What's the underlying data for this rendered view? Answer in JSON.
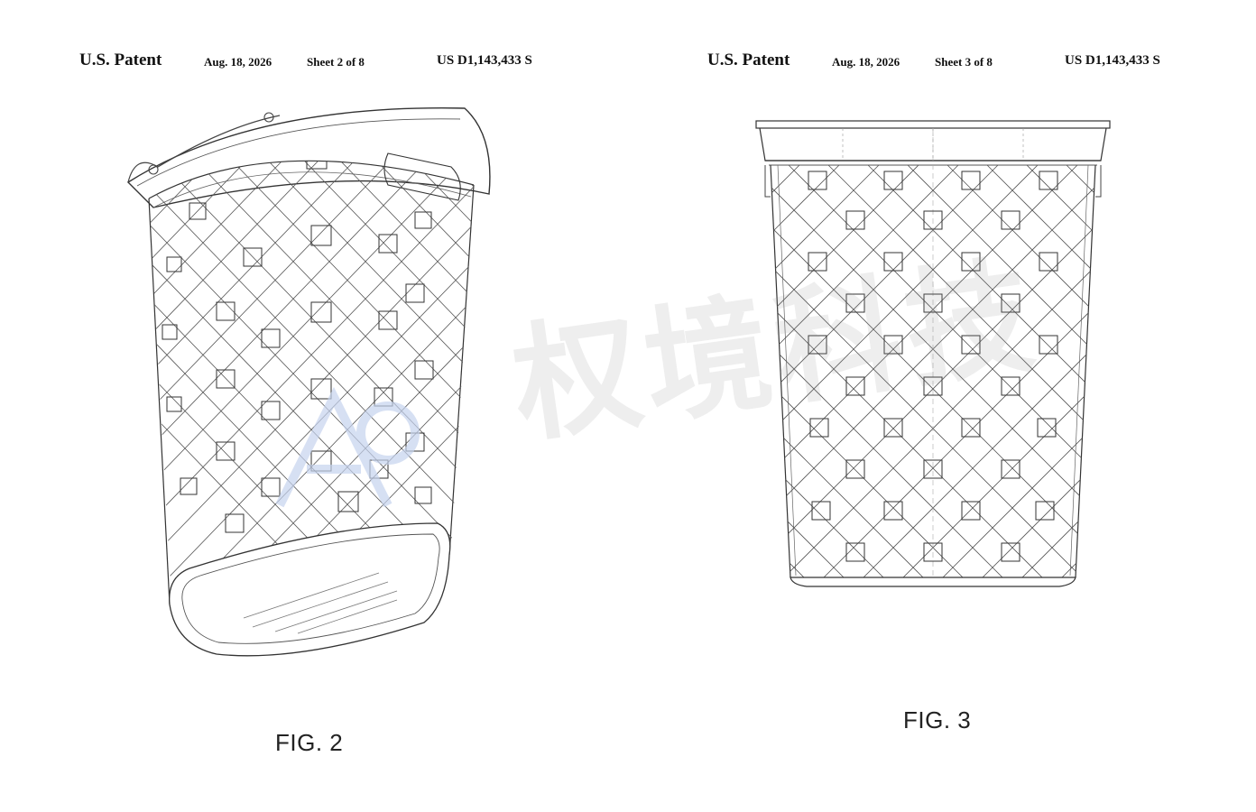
{
  "sheets": [
    {
      "patent_label": "U.S. Patent",
      "date": "Aug. 18, 2026",
      "sheet": "Sheet 2 of 8",
      "patent_number": "US D1,143,433 S",
      "figure_label": "FIG. 2"
    },
    {
      "patent_label": "U.S. Patent",
      "date": "Aug. 18, 2026",
      "sheet": "Sheet 3 of 8",
      "patent_number": "US D1,143,433 S",
      "figure_label": "FIG. 3"
    }
  ],
  "watermark": {
    "text": "权境科技"
  },
  "colors": {
    "line": "#3a3a3a",
    "watermark": "#9a9a9a",
    "logo": "#b9c8e8"
  }
}
